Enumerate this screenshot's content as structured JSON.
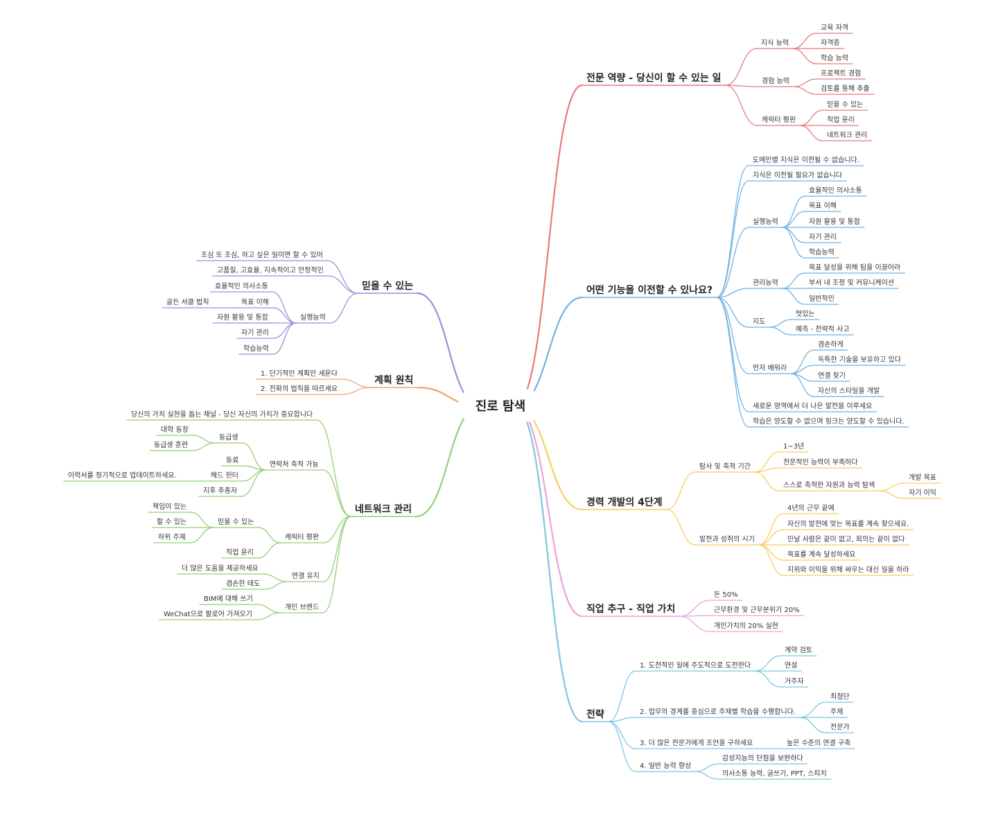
{
  "root": "진로 탐색",
  "branches": [
    {
      "label": "전문 역량 - 당신이 할 수 있는 일",
      "side": "right",
      "color": "#e8797a",
      "children": [
        {
          "label": "지식 능력",
          "children": [
            {
              "label": "교육 자격"
            },
            {
              "label": "자격증"
            },
            {
              "label": "학습 능력"
            }
          ]
        },
        {
          "label": "경험 능력",
          "children": [
            {
              "label": "프로젝트 경험"
            },
            {
              "label": "검토를 통해 추출"
            }
          ]
        },
        {
          "label": "캐릭터 평판",
          "children": [
            {
              "label": "믿을 수 있는"
            },
            {
              "label": "직업 윤리"
            },
            {
              "label": "네트워크 관리"
            }
          ]
        }
      ]
    },
    {
      "label": "어떤 기능을 이전할 수 있나요?",
      "side": "right",
      "color": "#6fb1e3",
      "children": [
        {
          "label": "도메인별 지식은 이전될 수 없습니다."
        },
        {
          "label": "지식은 이전될 필요가 없습니다"
        },
        {
          "label": "실행능력",
          "children": [
            {
              "label": "효율적인 의사소통"
            },
            {
              "label": "목표 이해"
            },
            {
              "label": "자원 활용 및 통합"
            },
            {
              "label": "자기 관리"
            },
            {
              "label": "학습능력"
            }
          ]
        },
        {
          "label": "관리능력",
          "children": [
            {
              "label": "목표 달성을 위해 팀을 이끌어라"
            },
            {
              "label": "부서 내 조정 및 커뮤니케이션"
            },
            {
              "label": "일반적인"
            }
          ]
        },
        {
          "label": "지도",
          "children": [
            {
              "label": "멋있는"
            },
            {
              "label": "예측 - 전략적 사고"
            }
          ]
        },
        {
          "label": "먼저 배워라",
          "children": [
            {
              "label": "겸손하게"
            },
            {
              "label": "독특한 기술을 보유하고 있다"
            },
            {
              "label": "연결 찾기"
            },
            {
              "label": "자신의 스타일을 개발"
            }
          ]
        },
        {
          "label": "새로운 영역에서 더 나은 발전을 이루세요"
        },
        {
          "label": "학습은 양도할 수 없으며 링크는 양도할 수 있습니다."
        }
      ]
    },
    {
      "label": "경력 개발의 4단계",
      "side": "right",
      "color": "#f5cf5e",
      "children": [
        {
          "label": "탐사 및 축적 기간",
          "children": [
            {
              "label": "1~3년"
            },
            {
              "label": "전문적인 능력이 부족하다"
            },
            {
              "label": "스스로 축적한 자원과 능력 탐색",
              "children": [
                {
                  "label": "개발 목표"
                },
                {
                  "label": "자기 이익"
                }
              ]
            }
          ]
        },
        {
          "label": "발전과 성취의 시기",
          "children": [
            {
              "label": "4년의 근무 끝에"
            },
            {
              "label": "자신의 발전에 맞는 목표를 계속 찾으세요."
            },
            {
              "label": "만날 사람은 끝이 없고, 회의는 끝이 없다"
            },
            {
              "label": "목표를 계속 달성하세요"
            },
            {
              "label": "지위와 이익을 위해 싸우는 대신 일을 하라"
            }
          ]
        }
      ]
    },
    {
      "label": "직업 추구 - 직업 가치",
      "side": "right",
      "color": "#e9a4d8",
      "children": [
        {
          "label": "돈 50%"
        },
        {
          "label": "근무환경 및 근무분위기 20%"
        },
        {
          "label": "개인가치의 20% 실현"
        }
      ]
    },
    {
      "label": "전략",
      "side": "right",
      "color": "#7cc7dc",
      "children": [
        {
          "label": "1. 도전적인 일에 주도적으로 도전한다",
          "children": [
            {
              "label": "계약 검토"
            },
            {
              "label": "연설"
            },
            {
              "label": "거주자"
            }
          ]
        },
        {
          "label": "2. 업무의 경계를 중심으로 주제별 학습을 수행합니다.",
          "children": [
            {
              "label": "최첨단"
            },
            {
              "label": "주제"
            },
            {
              "label": "전문가"
            }
          ]
        },
        {
          "label": "3. 더 많은 전문가에게 조언을 구하세요",
          "children": [
            {
              "label": "높은 수준의 연결 구축"
            }
          ]
        },
        {
          "label": "4. 일반 능력 향상",
          "children": [
            {
              "label": "감성지능의 단점을 보완하다"
            },
            {
              "label": "의사소통 능력, 글쓰기, PPT, 스피치"
            }
          ]
        }
      ]
    },
    {
      "label": "믿을 수 있는",
      "side": "left",
      "color": "#a48ad8",
      "children": [
        {
          "label": "조심 또 조심, 하고 싶은 일이면 할 수 있어"
        },
        {
          "label": "고품질, 고효율, 지속적이고 안정적인"
        },
        {
          "label": "실행능력",
          "children": [
            {
              "label": "효율적인 의사소통"
            },
            {
              "label": "목표 이해",
              "children": [
                {
                  "label": "골든 서클 법칙"
                }
              ]
            },
            {
              "label": "자원 활용 및 통합"
            },
            {
              "label": "자기 관리"
            },
            {
              "label": "학습능력"
            }
          ]
        }
      ]
    },
    {
      "label": "계획 원칙",
      "side": "left",
      "color": "#f0a36c",
      "children": [
        {
          "label": "1. 단기적인 계획만 세운다"
        },
        {
          "label": "2. 진화의 법칙을 따르세요"
        }
      ]
    },
    {
      "label": "네트워크 관리",
      "side": "left",
      "color": "#93cf75",
      "children": [
        {
          "label": "당신의 가치 실현을 돕는 채널 - 당신 자신의 가치가 중요합니다"
        },
        {
          "label": "연락처 축적 가능",
          "children": [
            {
              "label": "동급생",
              "children": [
                {
                  "label": "대학 동창"
                },
                {
                  "label": "동급생 훈련"
                }
              ]
            },
            {
              "label": "동료"
            },
            {
              "label": "헤드 헌터",
              "children": [
                {
                  "label": "이력서를 정기적으로 업데이트하세요."
                }
              ]
            },
            {
              "label": "지후 추종자"
            }
          ]
        },
        {
          "label": "캐릭터 평판",
          "children": [
            {
              "label": "믿을 수 있는",
              "children": [
                {
                  "label": "책임이 있는"
                },
                {
                  "label": "할 수 있는"
                },
                {
                  "label": "하위 주제"
                }
              ]
            },
            {
              "label": "직업 윤리"
            }
          ]
        },
        {
          "label": "연결 유지",
          "children": [
            {
              "label": "더 많은 도움을 제공하세요"
            },
            {
              "label": "겸손한 태도"
            }
          ]
        },
        {
          "label": "개인 브랜드",
          "children": [
            {
              "label": "BIM에 대해 쓰기"
            },
            {
              "label": "WeChat으로 팔로어 가져오기"
            }
          ]
        }
      ]
    }
  ]
}
